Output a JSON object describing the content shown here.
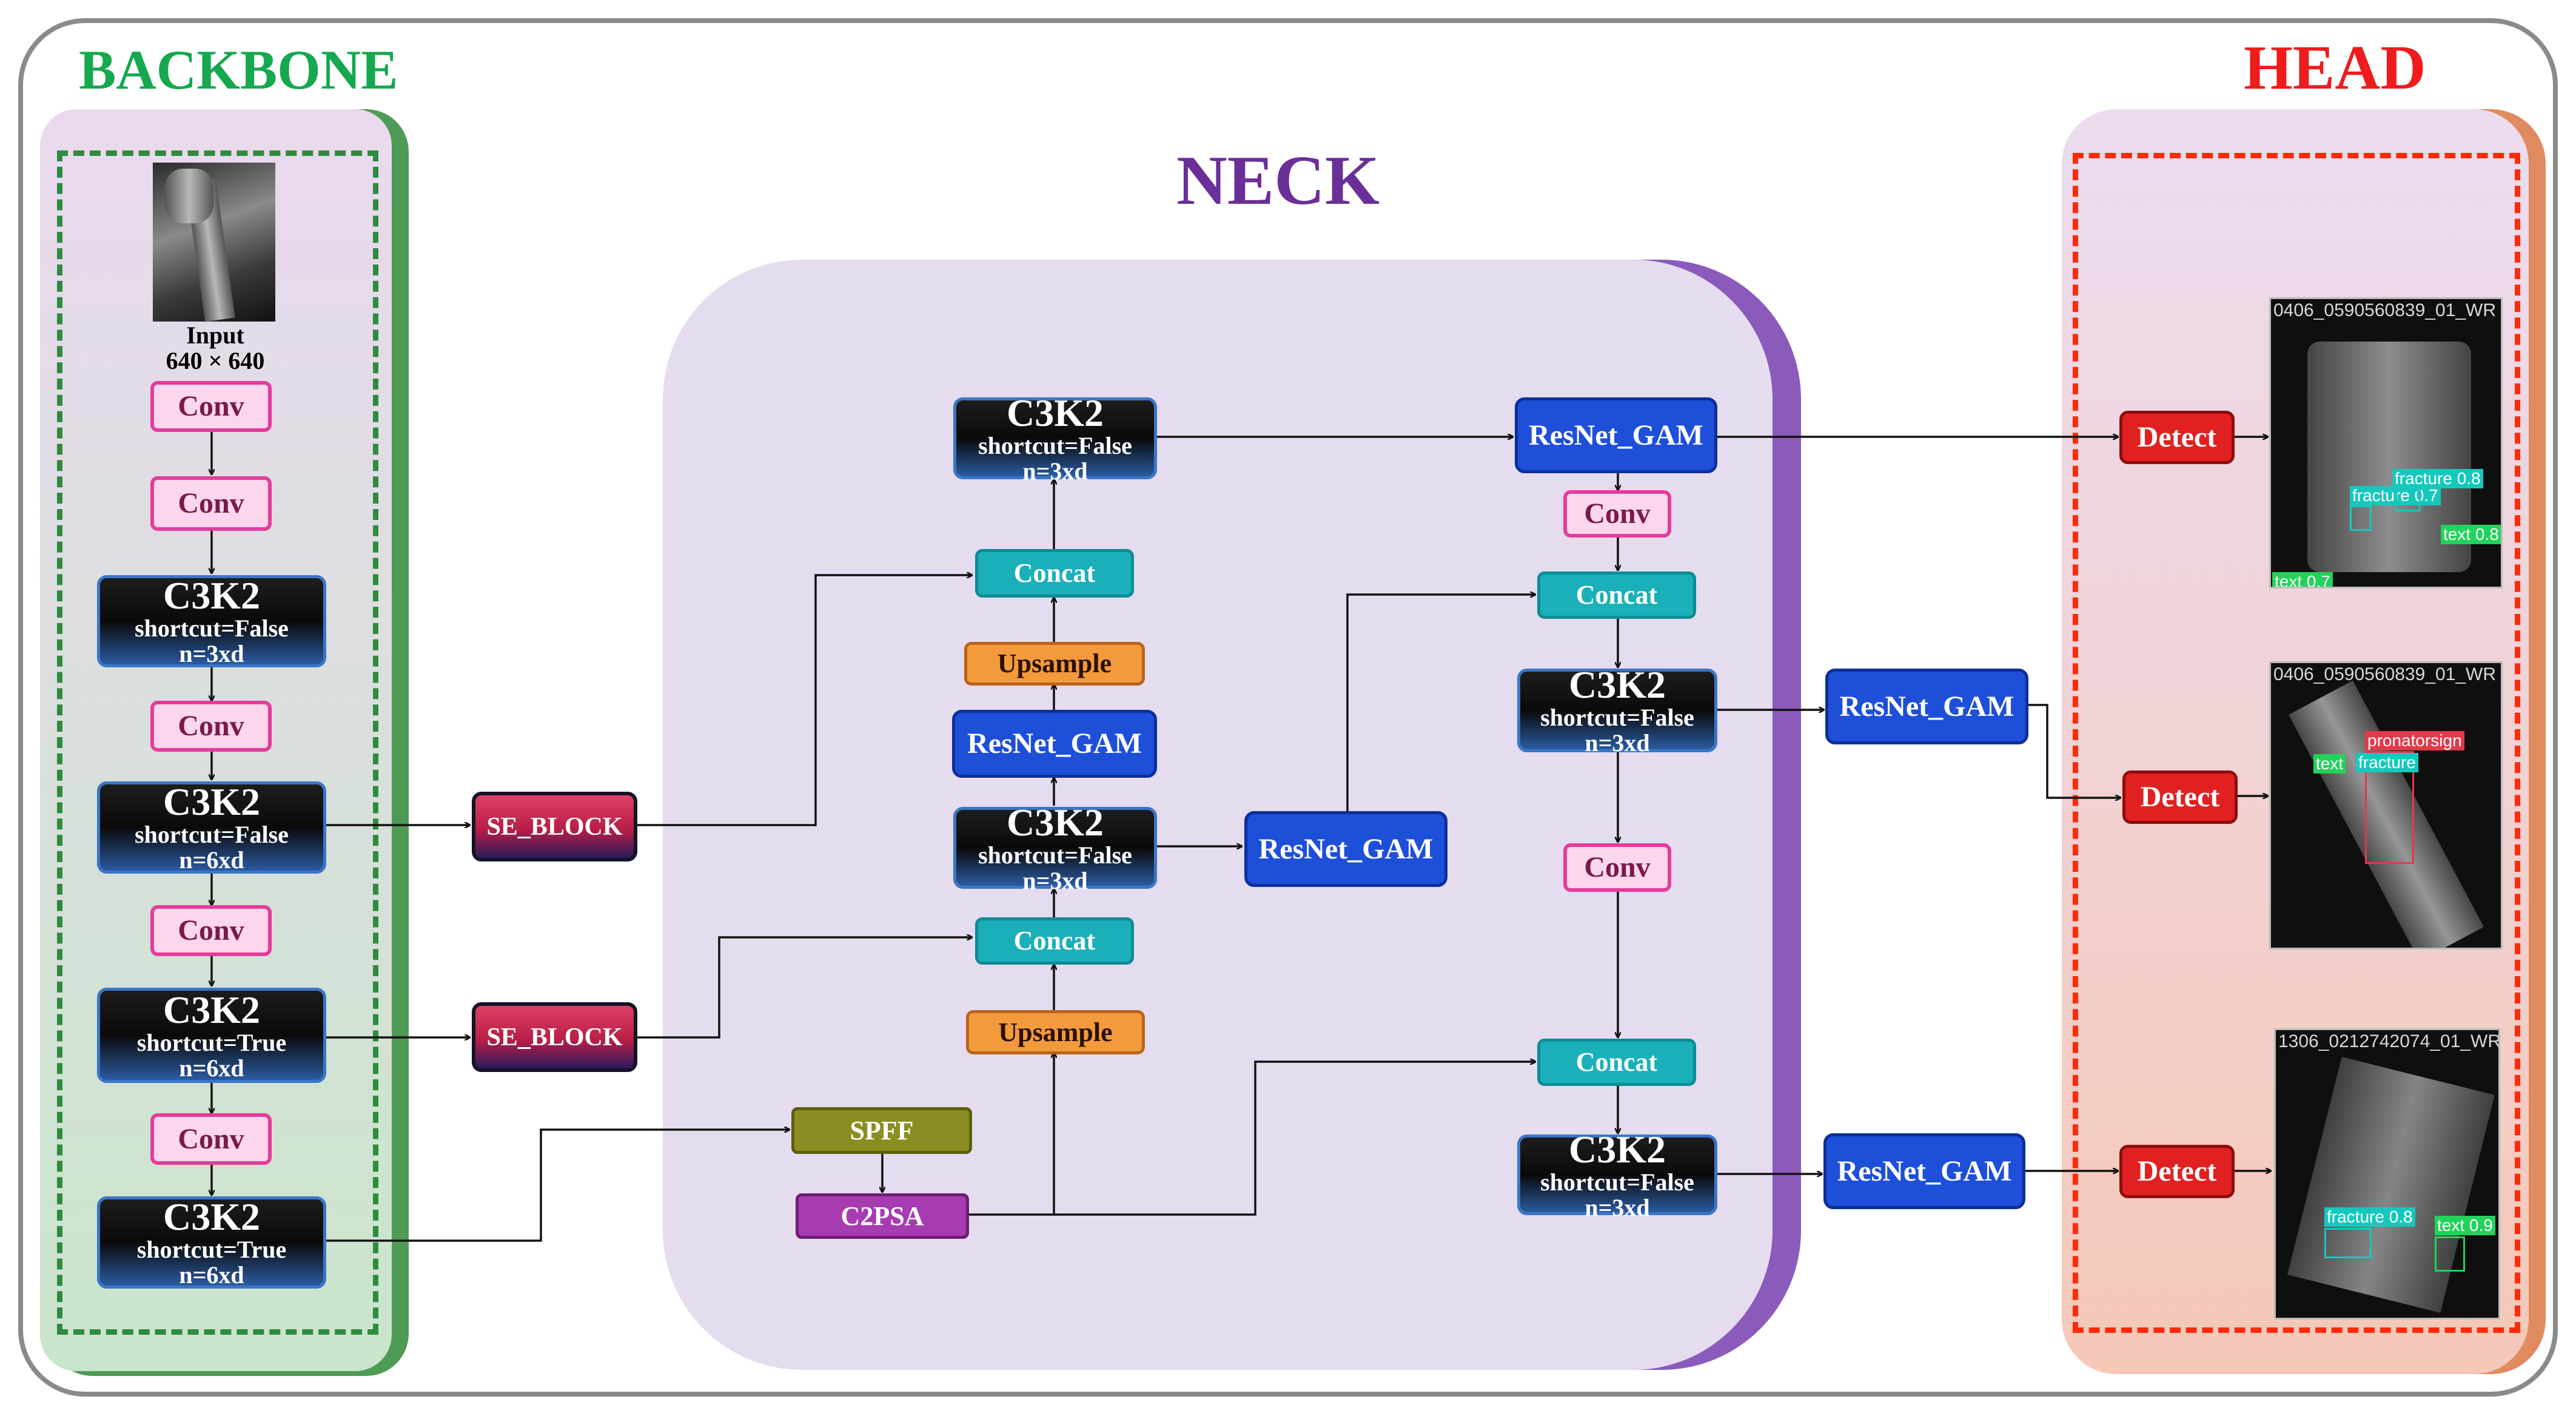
{
  "sections": {
    "backbone": "BACKBONE",
    "neck": "NECK",
    "head": "HEAD"
  },
  "backbone": {
    "input_label": "Input",
    "input_size": "640 × 640",
    "conv_label": "Conv",
    "c3k2_1": {
      "title": "C3K2",
      "shortcut": "shortcut=False",
      "n": "n=3xd"
    },
    "c3k2_2": {
      "title": "C3K2",
      "shortcut": "shortcut=False",
      "n": "n=6xd"
    },
    "c3k2_3": {
      "title": "C3K2",
      "shortcut": "shortcut=True",
      "n": "n=6xd"
    },
    "c3k2_4": {
      "title": "C3K2",
      "shortcut": "shortcut=True",
      "n": "n=6xd"
    }
  },
  "neck": {
    "se_block": "SE_BLOCK",
    "spff": "SPFF",
    "c2psa": "C2PSA",
    "upsample": "Upsample",
    "concat": "Concat",
    "resnet_gam": "ResNet_GAM",
    "conv": "Conv",
    "c3k2_top": {
      "title": "C3K2",
      "shortcut": "shortcut=False",
      "n": "n=3xd"
    },
    "c3k2_mid": {
      "title": "C3K2",
      "shortcut": "shortcut=False",
      "n": "n=3xd"
    },
    "c3k2_right1": {
      "title": "C3K2",
      "shortcut": "shortcut=False",
      "n": "n=3xd"
    },
    "c3k2_right2": {
      "title": "C3K2",
      "shortcut": "shortcut=False",
      "n": "n=3xd"
    }
  },
  "head": {
    "detect": "Detect",
    "image1": {
      "caption": "0406_0590560839_01_WR",
      "labels": [
        "fracture 0.8",
        "fracture 0.7",
        "text 0.8",
        "text 0.7"
      ]
    },
    "image2": {
      "caption": "0406_0590560839_01_WR",
      "labels": [
        "pronatorsign",
        "text",
        "fracture"
      ]
    },
    "image3": {
      "caption": "1306_0212742074_01_WR",
      "labels": [
        "fracture 0.8",
        "text 0.9"
      ]
    }
  },
  "colors": {
    "backbone": "#15a84f",
    "neck": "#6a2f98",
    "head": "#ee1c1c",
    "conv": "#e43c9c",
    "resnet_gam": "#1e4fd8",
    "concat": "#1bb0b9",
    "upsample": "#f29a3c",
    "detect": "#e12121",
    "spff": "#8a8e22",
    "c2psa": "#a73cb2"
  }
}
